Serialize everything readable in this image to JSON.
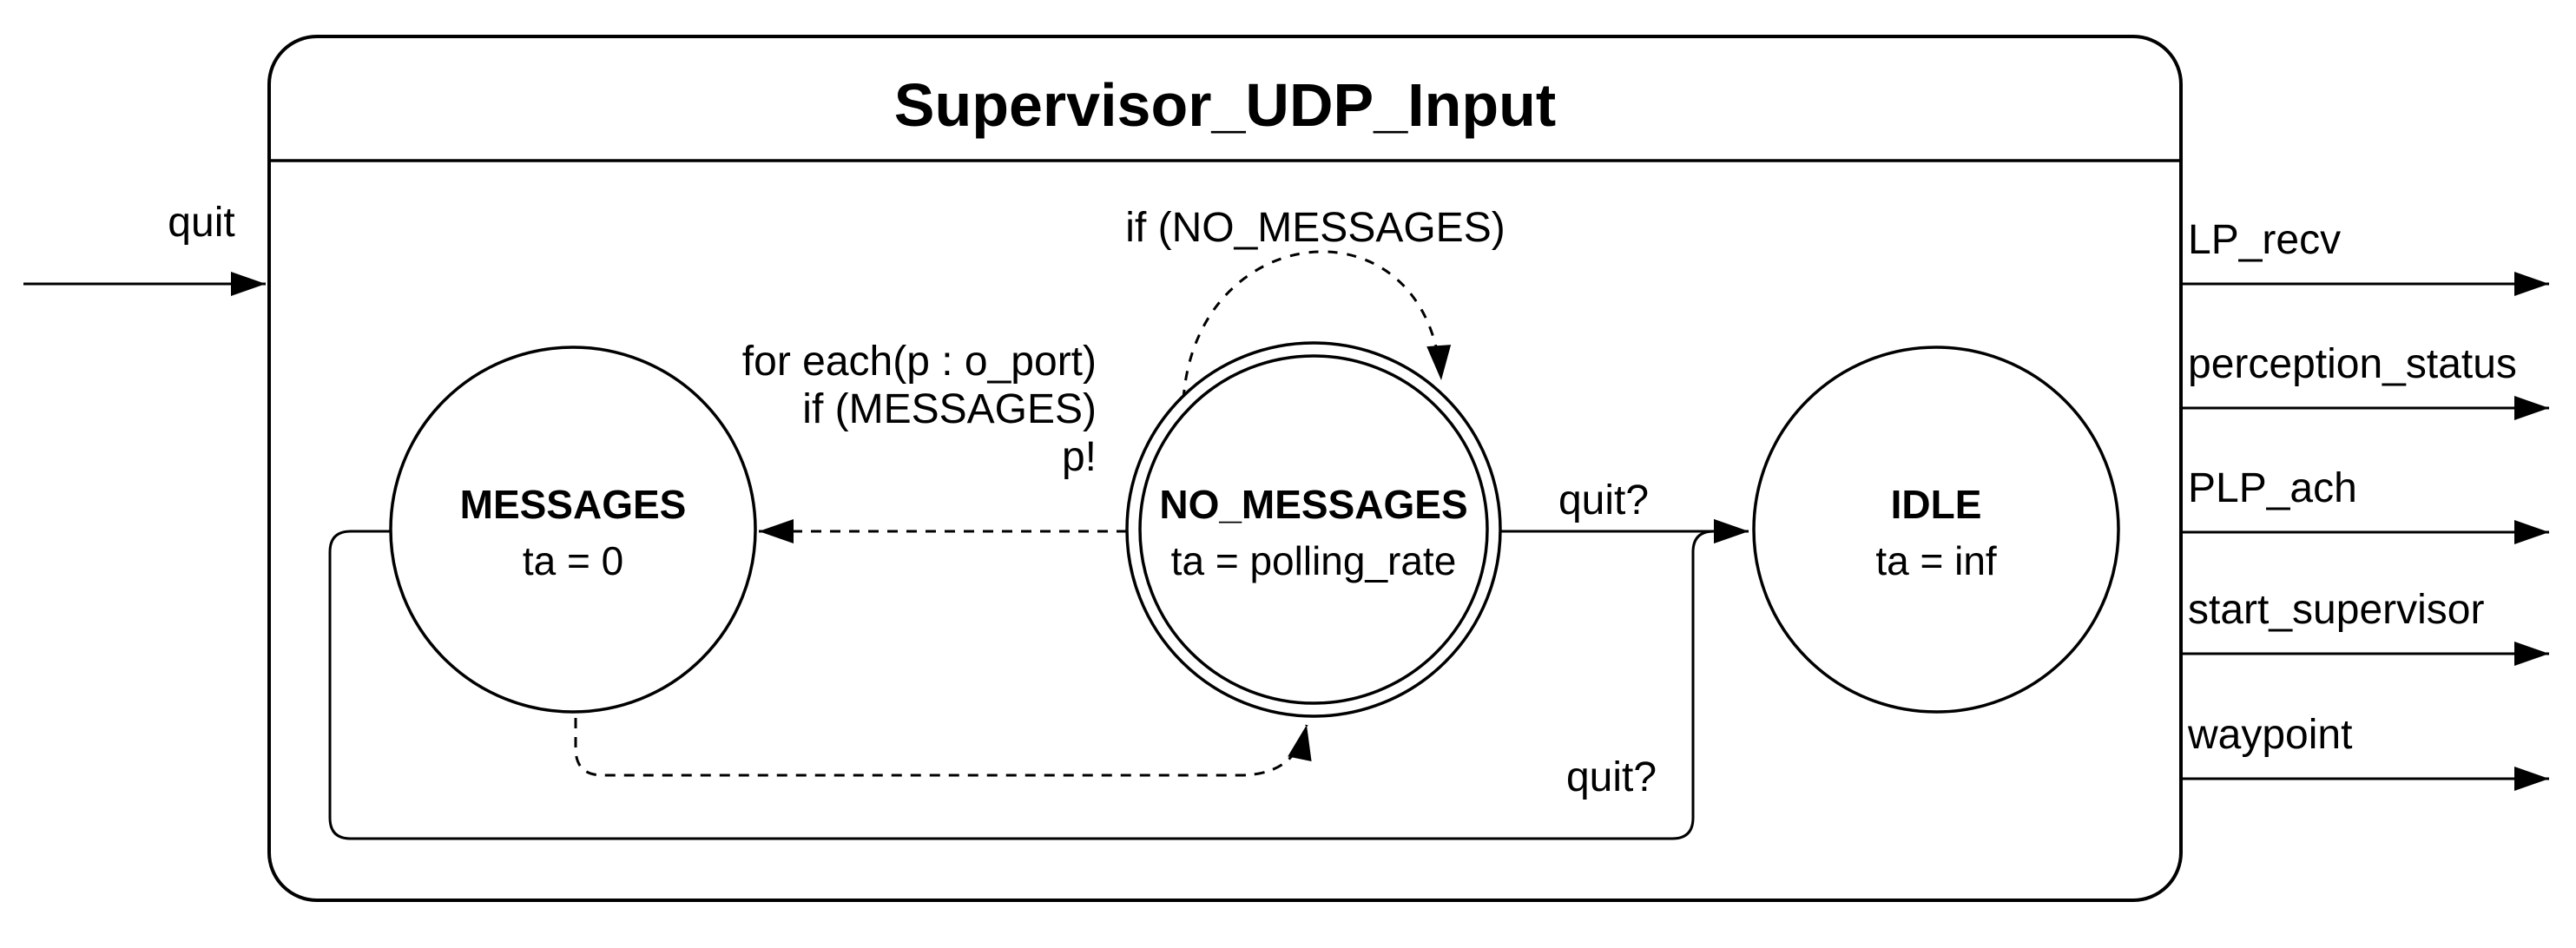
{
  "window": {
    "title": "Supervisor_UDP_Input"
  },
  "colors": {
    "stroke": "#000000",
    "background": "#ffffff",
    "text": "#000000"
  },
  "input_port": {
    "label": "quit"
  },
  "output_ports": [
    {
      "label": "LP_recv"
    },
    {
      "label": "perception_status"
    },
    {
      "label": "PLP_ach"
    },
    {
      "label": "start_supervisor"
    },
    {
      "label": "waypoint"
    }
  ],
  "states": [
    {
      "name": "MESSAGES",
      "time_advance": "ta = 0",
      "kind": "single"
    },
    {
      "name": "NO_MESSAGES",
      "time_advance": "ta = polling_rate",
      "kind": "double"
    },
    {
      "name": "IDLE",
      "time_advance": "ta = inf",
      "kind": "single"
    }
  ],
  "transition_labels": {
    "self_loop": "if (NO_MESSAGES)",
    "output_action_lines": [
      "for each(p : o_port)",
      "if (MESSAGES)",
      "p!"
    ],
    "no_messages_to_idle": "quit?",
    "messages_to_idle": "quit?"
  },
  "transitions": [
    {
      "from": "NO_MESSAGES",
      "to": "NO_MESSAGES",
      "style": "dashed",
      "label": "if (NO_MESSAGES)"
    },
    {
      "from": "NO_MESSAGES",
      "to": "MESSAGES",
      "style": "dashed",
      "label": "for each(p : o_port) if (MESSAGES) p!"
    },
    {
      "from": "MESSAGES",
      "to": "NO_MESSAGES",
      "style": "dashed",
      "label": ""
    },
    {
      "from": "NO_MESSAGES",
      "to": "IDLE",
      "style": "solid",
      "label": "quit?"
    },
    {
      "from": "MESSAGES",
      "to": "IDLE",
      "style": "solid",
      "label": "quit?"
    }
  ]
}
